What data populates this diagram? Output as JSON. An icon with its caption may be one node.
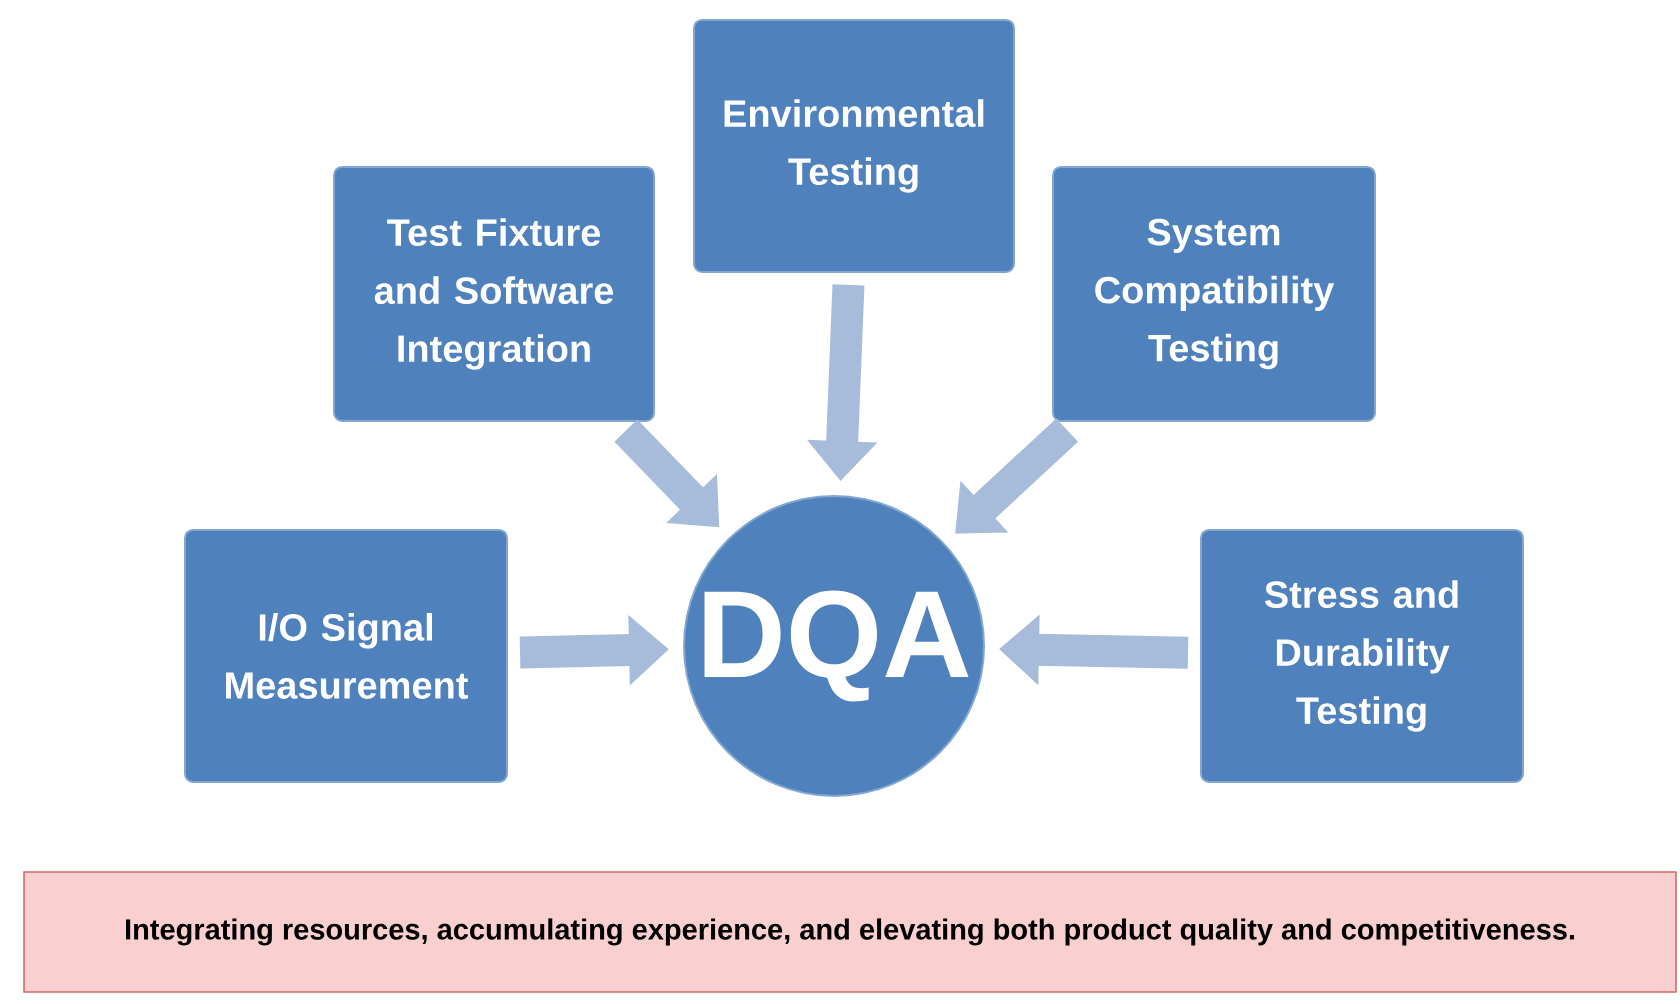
{
  "diagram": {
    "nodes": [
      {
        "text": [
          "Test Fixture and Software Integration"
        ]
      },
      {
        "text": [
          "Environmental Testing"
        ]
      },
      {
        "text": [
          "System Compatibility Testing"
        ]
      },
      {
        "text": [
          "I/O Signal Measurement"
        ]
      },
      {
        "text": [
          "DQA"
        ]
      },
      {
        "text": [
          "Stress and Durability Testing"
        ]
      },
      {
        "text": [
          "Integrating resources, accumulating experience, and elevating both product quality and competitiveness."
        ]
      }
    ],
    "edges": [
      {
        "from": 0,
        "to": 4,
        "arrow": "to"
      },
      {
        "from": 1,
        "to": 4,
        "arrow": "to"
      },
      {
        "from": 2,
        "to": 4,
        "arrow": "to"
      },
      {
        "from": 3,
        "to": 4,
        "arrow": "to"
      },
      {
        "from": 5,
        "to": 4,
        "arrow": "to"
      }
    ]
  }
}
